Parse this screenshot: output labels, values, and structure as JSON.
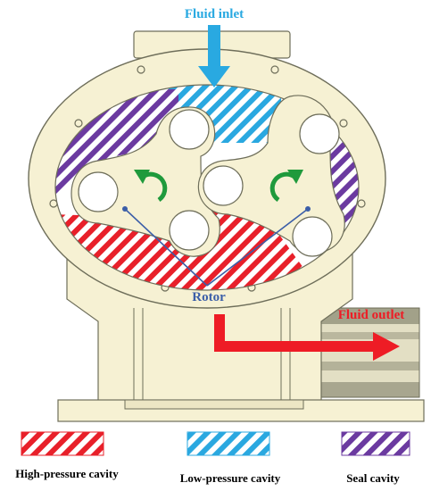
{
  "labels": {
    "fluid_inlet": "Fluid inlet",
    "fluid_outlet": "Fluid outlet",
    "rotor": "Rotor"
  },
  "legend": [
    {
      "label": "High-pressure cavity",
      "color": "#e8202a"
    },
    {
      "label": "Low-pressure cavity",
      "color": "#2aa8e0"
    },
    {
      "label": "Seal cavity",
      "color": "#6b3aa0"
    }
  ],
  "colors": {
    "housing": "#f6f1d3",
    "outline": "#6e6e5a",
    "inlet_arrow": "#29a9e1",
    "outlet_arrow": "#ee1c25",
    "rotation_arrow": "#1f9a3c",
    "rotor_pointer": "#3b5ea8",
    "rotor_label": "#3b5ea8"
  }
}
